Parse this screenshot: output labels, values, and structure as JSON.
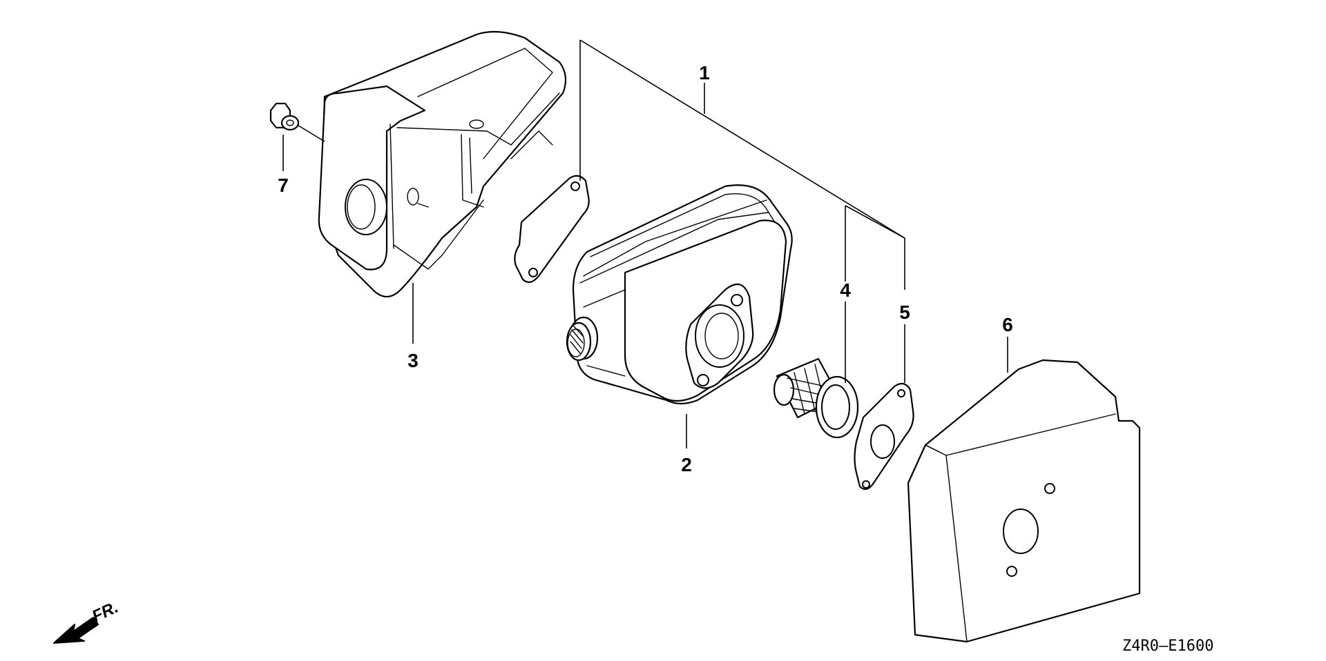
{
  "diagram": {
    "callouts": [
      {
        "id": "1",
        "label": "1"
      },
      {
        "id": "2",
        "label": "2"
      },
      {
        "id": "3",
        "label": "3"
      },
      {
        "id": "4",
        "label": "4"
      },
      {
        "id": "5",
        "label": "5"
      },
      {
        "id": "6",
        "label": "6"
      },
      {
        "id": "7",
        "label": "7"
      }
    ],
    "direction_label": "FR.",
    "drawing_code": "Z4R0—E1600"
  }
}
